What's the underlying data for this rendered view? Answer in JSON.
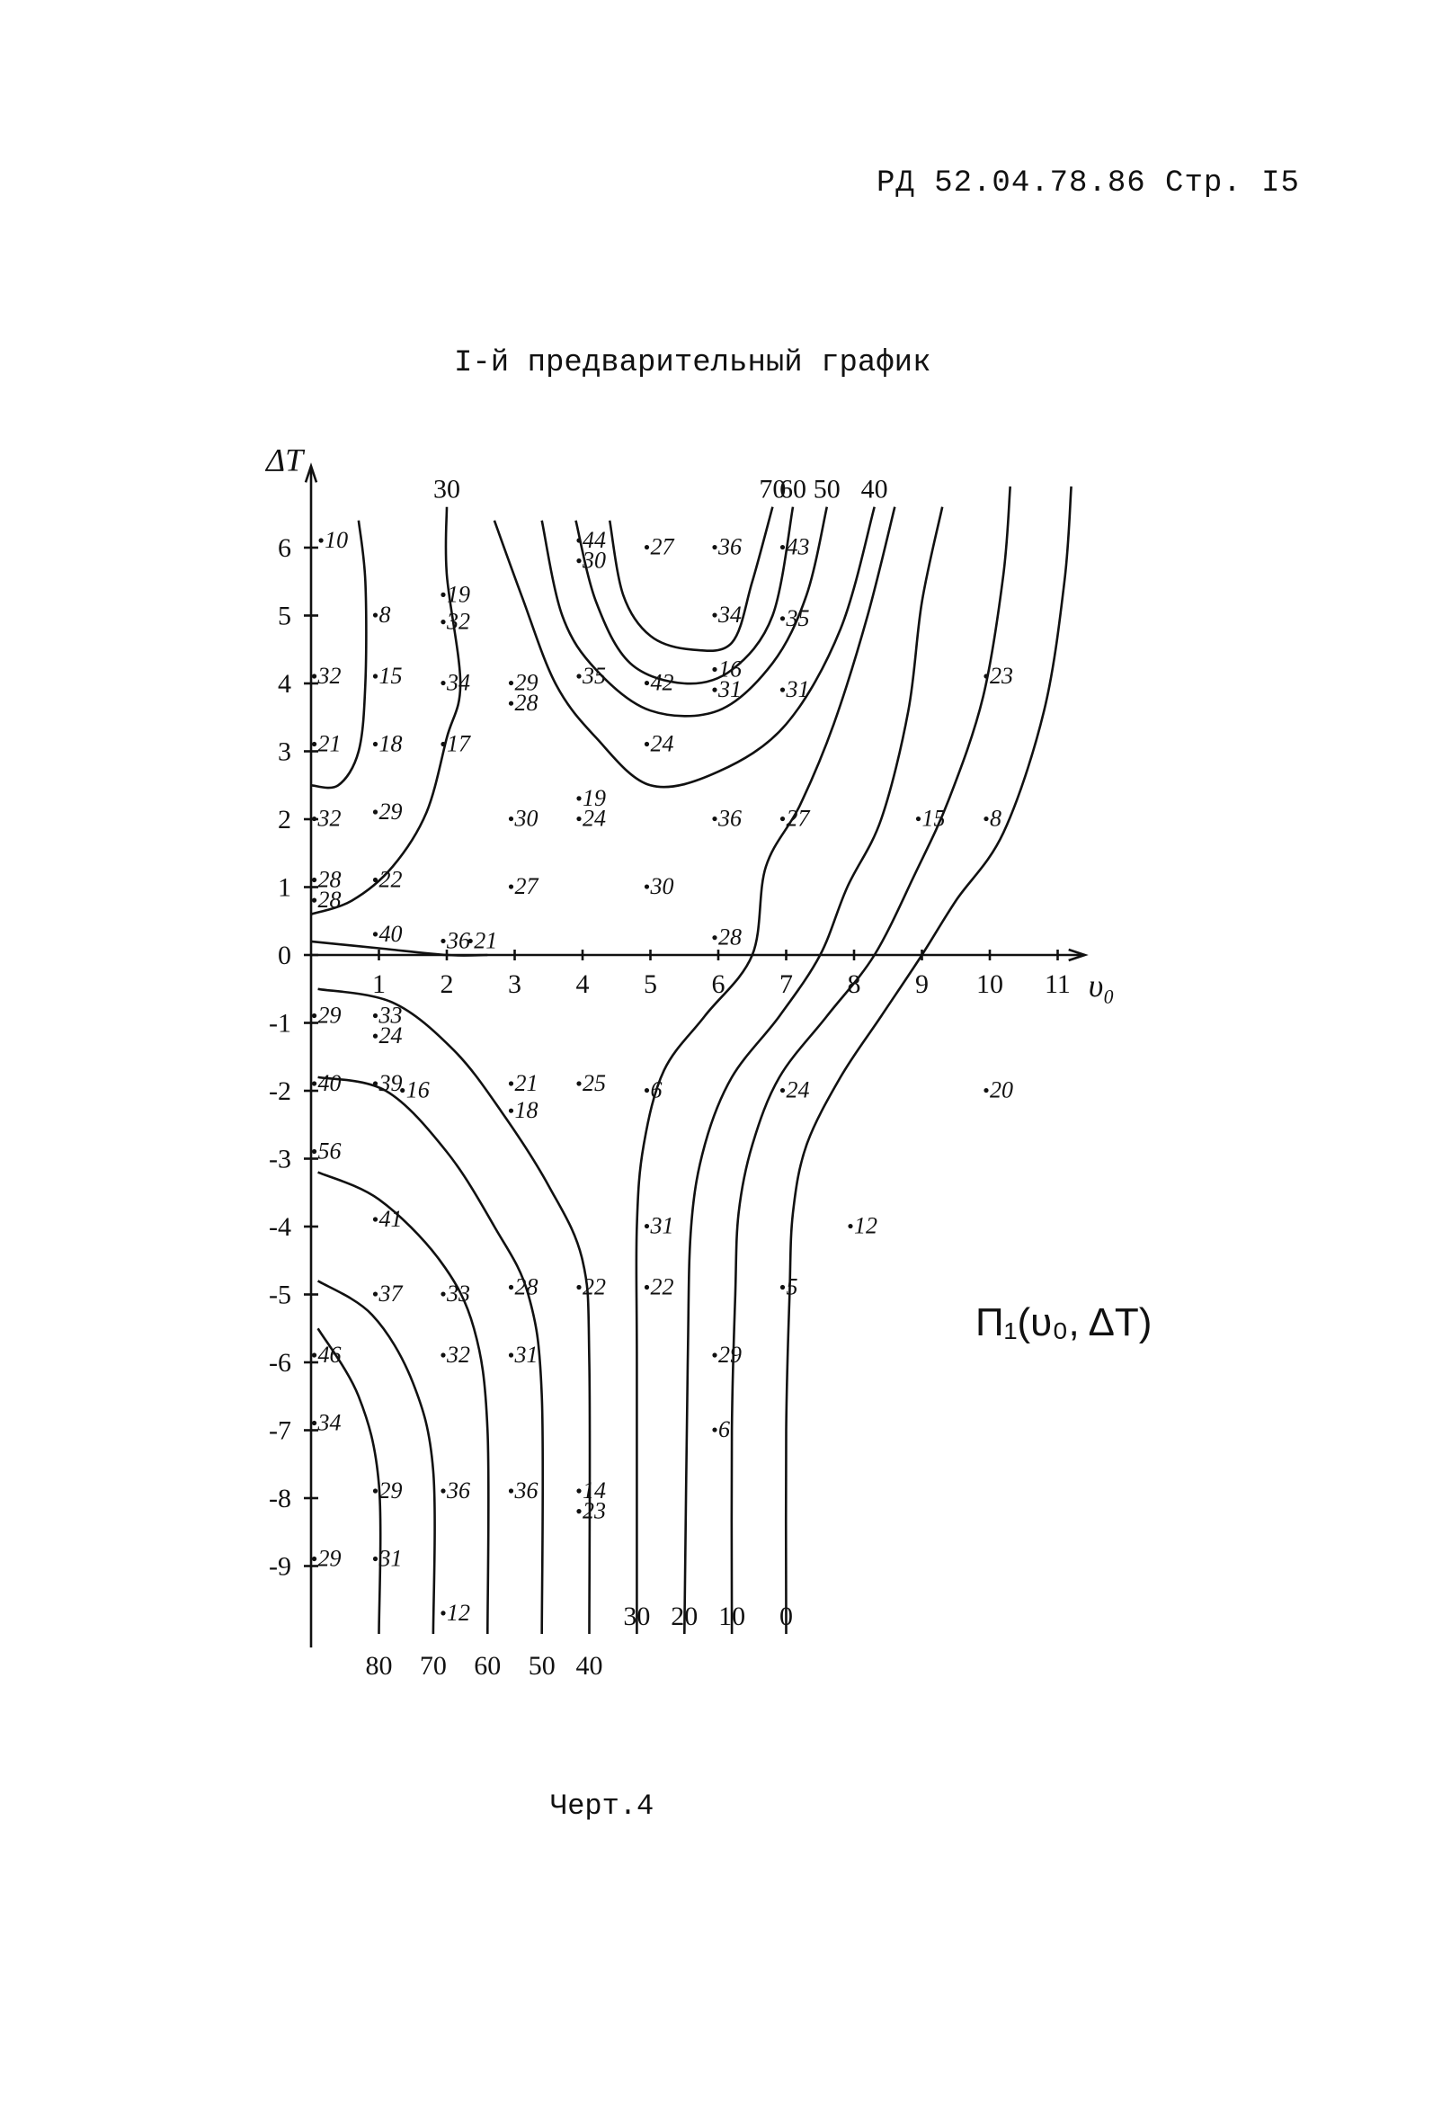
{
  "header": {
    "doc_ref": "РД 52.04.78.86 Стр. I5"
  },
  "caption": "Черт.4",
  "chart_data": {
    "type": "contour",
    "title": "I-й предварительный график",
    "xlabel": "υ₀",
    "ylabel": "ΔT",
    "function_label": "П₁(υ₀, ΔT)",
    "xlim": [
      0,
      12
    ],
    "ylim": [
      -10,
      7
    ],
    "xticks": [
      1,
      2,
      3,
      4,
      5,
      6,
      7,
      8,
      9,
      10,
      11
    ],
    "yticks": [
      6,
      5,
      4,
      3,
      2,
      1,
      0,
      -1,
      -2,
      -3,
      -4,
      -5,
      -6,
      -7,
      -8,
      -9
    ],
    "points": [
      {
        "x": 0.2,
        "y": 6.0,
        "v": "10"
      },
      {
        "x": 2.0,
        "y": 5.2,
        "v": "19"
      },
      {
        "x": 2.0,
        "y": 4.8,
        "v": "32"
      },
      {
        "x": 4.0,
        "y": 6.0,
        "v": "44"
      },
      {
        "x": 4.0,
        "y": 5.7,
        "v": "30"
      },
      {
        "x": 5.0,
        "y": 5.9,
        "v": "27"
      },
      {
        "x": 6.0,
        "y": 5.9,
        "v": "36"
      },
      {
        "x": 7.0,
        "y": 5.9,
        "v": "43"
      },
      {
        "x": 1.0,
        "y": 4.9,
        "v": "8"
      },
      {
        "x": 6.0,
        "y": 4.9,
        "v": "34"
      },
      {
        "x": 7.0,
        "y": 4.85,
        "v": "35"
      },
      {
        "x": 0.1,
        "y": 4.0,
        "v": "32"
      },
      {
        "x": 1.0,
        "y": 4.0,
        "v": "15"
      },
      {
        "x": 2.0,
        "y": 3.9,
        "v": "34"
      },
      {
        "x": 3.0,
        "y": 3.9,
        "v": "29"
      },
      {
        "x": 3.0,
        "y": 3.6,
        "v": "28"
      },
      {
        "x": 4.0,
        "y": 4.0,
        "v": "35"
      },
      {
        "x": 5.0,
        "y": 3.9,
        "v": "42"
      },
      {
        "x": 6.0,
        "y": 4.1,
        "v": "16"
      },
      {
        "x": 6.0,
        "y": 3.8,
        "v": "31"
      },
      {
        "x": 7.0,
        "y": 3.8,
        "v": "31"
      },
      {
        "x": 10.0,
        "y": 4.0,
        "v": "23"
      },
      {
        "x": 0.1,
        "y": 3.0,
        "v": "21"
      },
      {
        "x": 1.0,
        "y": 3.0,
        "v": "18"
      },
      {
        "x": 2.0,
        "y": 3.0,
        "v": "17"
      },
      {
        "x": 5.0,
        "y": 3.0,
        "v": "24"
      },
      {
        "x": 4.0,
        "y": 2.2,
        "v": "19"
      },
      {
        "x": 0.1,
        "y": 1.9,
        "v": "32"
      },
      {
        "x": 1.0,
        "y": 2.0,
        "v": "29"
      },
      {
        "x": 3.0,
        "y": 1.9,
        "v": "30"
      },
      {
        "x": 4.0,
        "y": 1.9,
        "v": "24"
      },
      {
        "x": 6.0,
        "y": 1.9,
        "v": "36"
      },
      {
        "x": 7.0,
        "y": 1.9,
        "v": "27"
      },
      {
        "x": 9.0,
        "y": 1.9,
        "v": "15"
      },
      {
        "x": 10.0,
        "y": 1.9,
        "v": "8"
      },
      {
        "x": 0.1,
        "y": 1.0,
        "v": "28"
      },
      {
        "x": 0.1,
        "y": 0.7,
        "v": "28"
      },
      {
        "x": 1.0,
        "y": 1.0,
        "v": "22"
      },
      {
        "x": 3.0,
        "y": 0.9,
        "v": "27"
      },
      {
        "x": 5.0,
        "y": 0.9,
        "v": "30"
      },
      {
        "x": 1.0,
        "y": 0.2,
        "v": "40"
      },
      {
        "x": 2.0,
        "y": 0.1,
        "v": "36"
      },
      {
        "x": 2.4,
        "y": 0.1,
        "v": "21"
      },
      {
        "x": 6.0,
        "y": 0.15,
        "v": "28"
      },
      {
        "x": 0.1,
        "y": -1.0,
        "v": "29"
      },
      {
        "x": 1.0,
        "y": -1.0,
        "v": "33"
      },
      {
        "x": 1.0,
        "y": -1.3,
        "v": "24"
      },
      {
        "x": 0.1,
        "y": -2.0,
        "v": "40"
      },
      {
        "x": 1.0,
        "y": -2.0,
        "v": "39"
      },
      {
        "x": 1.4,
        "y": -2.1,
        "v": "16"
      },
      {
        "x": 3.0,
        "y": -2.0,
        "v": "21"
      },
      {
        "x": 3.0,
        "y": -2.4,
        "v": "18"
      },
      {
        "x": 4.0,
        "y": -2.0,
        "v": "25"
      },
      {
        "x": 5.0,
        "y": -2.1,
        "v": "6"
      },
      {
        "x": 7.0,
        "y": -2.1,
        "v": "24"
      },
      {
        "x": 10.0,
        "y": -2.1,
        "v": "20"
      },
      {
        "x": 0.1,
        "y": -3.0,
        "v": "56"
      },
      {
        "x": 1.0,
        "y": -4.0,
        "v": "41"
      },
      {
        "x": 5.0,
        "y": -4.1,
        "v": "31"
      },
      {
        "x": 8.0,
        "y": -4.1,
        "v": "12"
      },
      {
        "x": 1.0,
        "y": -5.1,
        "v": "37"
      },
      {
        "x": 2.0,
        "y": -5.1,
        "v": "33"
      },
      {
        "x": 3.0,
        "y": -5.0,
        "v": "28"
      },
      {
        "x": 4.0,
        "y": -5.0,
        "v": "22"
      },
      {
        "x": 5.0,
        "y": -5.0,
        "v": "22"
      },
      {
        "x": 7.0,
        "y": -5.0,
        "v": "5"
      },
      {
        "x": 0.1,
        "y": -6.0,
        "v": "46"
      },
      {
        "x": 2.0,
        "y": -6.0,
        "v": "32"
      },
      {
        "x": 3.0,
        "y": -6.0,
        "v": "31"
      },
      {
        "x": 6.0,
        "y": -6.0,
        "v": "29"
      },
      {
        "x": 0.1,
        "y": -7.0,
        "v": "34"
      },
      {
        "x": 6.0,
        "y": -7.1,
        "v": "6"
      },
      {
        "x": 1.0,
        "y": -8.0,
        "v": "29"
      },
      {
        "x": 2.0,
        "y": -8.0,
        "v": "36"
      },
      {
        "x": 3.0,
        "y": -8.0,
        "v": "36"
      },
      {
        "x": 4.0,
        "y": -8.0,
        "v": "14"
      },
      {
        "x": 4.0,
        "y": -8.3,
        "v": "23"
      },
      {
        "x": 0.1,
        "y": -9.0,
        "v": "29"
      },
      {
        "x": 1.0,
        "y": -9.0,
        "v": "31"
      },
      {
        "x": 2.0,
        "y": -9.8,
        "v": "12"
      }
    ],
    "contours": [
      {
        "level": "0",
        "label_pos": "top",
        "points": [
          [
            11.2,
            6.9
          ],
          [
            11.1,
            5.5
          ],
          [
            10.8,
            3.6
          ],
          [
            10.2,
            1.8
          ],
          [
            9.5,
            0.8
          ],
          [
            9.0,
            0.0
          ],
          [
            8.4,
            -0.9
          ],
          [
            7.8,
            -1.8
          ],
          [
            7.3,
            -2.8
          ],
          [
            7.1,
            -3.8
          ],
          [
            7.05,
            -5.0
          ],
          [
            7.0,
            -7.0
          ],
          [
            7.0,
            -10.0
          ]
        ]
      },
      {
        "level": "10",
        "label_pos": "top",
        "points": [
          [
            10.3,
            6.9
          ],
          [
            10.2,
            5.6
          ],
          [
            9.9,
            3.8
          ],
          [
            9.4,
            2.3
          ],
          [
            8.9,
            1.2
          ],
          [
            8.3,
            0.0
          ],
          [
            7.6,
            -0.9
          ],
          [
            6.9,
            -1.8
          ],
          [
            6.5,
            -2.8
          ],
          [
            6.3,
            -3.8
          ],
          [
            6.25,
            -5.0
          ],
          [
            6.2,
            -7.0
          ],
          [
            6.2,
            -10.0
          ]
        ]
      },
      {
        "level": "20",
        "label_pos": "top",
        "points": [
          [
            9.3,
            6.6
          ],
          [
            9.0,
            5.2
          ],
          [
            8.8,
            3.6
          ],
          [
            8.4,
            2.0
          ],
          [
            7.9,
            1.0
          ],
          [
            7.5,
            0.0
          ],
          [
            6.9,
            -0.9
          ],
          [
            6.2,
            -1.8
          ],
          [
            5.8,
            -2.8
          ],
          [
            5.6,
            -4.0
          ],
          [
            5.55,
            -6.0
          ],
          [
            5.5,
            -10.0
          ]
        ]
      },
      {
        "level": "30",
        "label_pos": "top",
        "points": [
          [
            8.6,
            6.6
          ],
          [
            8.2,
            5.0
          ],
          [
            7.7,
            3.4
          ],
          [
            7.2,
            2.2
          ],
          [
            6.7,
            1.3
          ],
          [
            6.5,
            0.0
          ],
          [
            5.8,
            -0.9
          ],
          [
            5.2,
            -1.7
          ],
          [
            4.9,
            -2.8
          ],
          [
            4.8,
            -4.0
          ],
          [
            4.8,
            -6.0
          ],
          [
            4.8,
            -10.0
          ]
        ]
      },
      {
        "level": "40",
        "label_pos": "top",
        "points": [
          [
            2.7,
            6.4
          ],
          [
            3.1,
            5.3
          ],
          [
            3.6,
            4.0
          ],
          [
            4.2,
            3.2
          ],
          [
            5.0,
            2.5
          ],
          [
            6.0,
            2.7
          ],
          [
            7.0,
            3.4
          ],
          [
            7.8,
            4.8
          ],
          [
            8.3,
            6.6
          ]
        ]
      },
      {
        "level": "50",
        "label_pos": "top",
        "points": [
          [
            3.4,
            6.4
          ],
          [
            3.7,
            5.0
          ],
          [
            4.2,
            4.2
          ],
          [
            5.0,
            3.6
          ],
          [
            6.0,
            3.6
          ],
          [
            6.8,
            4.3
          ],
          [
            7.3,
            5.3
          ],
          [
            7.6,
            6.6
          ]
        ]
      },
      {
        "level": "60",
        "label_pos": "top",
        "points": [
          [
            3.9,
            6.4
          ],
          [
            4.2,
            5.2
          ],
          [
            4.7,
            4.3
          ],
          [
            5.5,
            4.0
          ],
          [
            6.2,
            4.2
          ],
          [
            6.8,
            5.0
          ],
          [
            7.1,
            6.6
          ]
        ]
      },
      {
        "level": "70",
        "label_pos": "top",
        "points": [
          [
            4.4,
            6.4
          ],
          [
            4.6,
            5.3
          ],
          [
            5.0,
            4.7
          ],
          [
            5.6,
            4.5
          ],
          [
            6.2,
            4.6
          ],
          [
            6.5,
            5.5
          ],
          [
            6.8,
            6.6
          ]
        ]
      },
      {
        "level": "30",
        "label_pos": "top",
        "points": [
          [
            0.0,
            0.6
          ],
          [
            0.6,
            0.8
          ],
          [
            1.2,
            1.3
          ],
          [
            1.7,
            2.1
          ],
          [
            2.0,
            3.2
          ],
          [
            2.2,
            4.0
          ],
          [
            2.0,
            5.6
          ],
          [
            2.0,
            6.6
          ]
        ]
      },
      {
        "level": "",
        "label_pos": "none",
        "points": [
          [
            0.7,
            6.4
          ],
          [
            0.8,
            5.5
          ],
          [
            0.8,
            4.0
          ],
          [
            0.7,
            3.0
          ],
          [
            0.4,
            2.5
          ],
          [
            0.0,
            2.5
          ]
        ]
      },
      {
        "level": "",
        "label_pos": "none",
        "points": [
          [
            0.0,
            0.2
          ],
          [
            1.0,
            0.1
          ],
          [
            2.0,
            0.0
          ],
          [
            2.6,
            0.0
          ]
        ]
      },
      {
        "level": "40",
        "label_pos": "bottom",
        "points": [
          [
            0.1,
            -0.5
          ],
          [
            1.2,
            -0.7
          ],
          [
            2.1,
            -1.4
          ],
          [
            2.8,
            -2.3
          ],
          [
            3.5,
            -3.4
          ],
          [
            4.0,
            -4.5
          ],
          [
            4.1,
            -6.0
          ],
          [
            4.1,
            -10.0
          ]
        ]
      },
      {
        "level": "50",
        "label_pos": "bottom",
        "points": [
          [
            0.1,
            -1.8
          ],
          [
            1.1,
            -2.0
          ],
          [
            2.0,
            -2.9
          ],
          [
            2.7,
            -4.0
          ],
          [
            3.2,
            -5.0
          ],
          [
            3.4,
            -6.5
          ],
          [
            3.4,
            -10.0
          ]
        ]
      },
      {
        "level": "60",
        "label_pos": "bottom",
        "points": [
          [
            0.1,
            -3.2
          ],
          [
            1.0,
            -3.6
          ],
          [
            1.9,
            -4.5
          ],
          [
            2.4,
            -5.5
          ],
          [
            2.6,
            -7.0
          ],
          [
            2.6,
            -10.0
          ]
        ]
      },
      {
        "level": "70",
        "label_pos": "bottom",
        "points": [
          [
            0.1,
            -4.8
          ],
          [
            0.9,
            -5.3
          ],
          [
            1.5,
            -6.3
          ],
          [
            1.8,
            -7.6
          ],
          [
            1.8,
            -10.0
          ]
        ]
      },
      {
        "level": "80",
        "label_pos": "bottom",
        "points": [
          [
            0.1,
            -5.5
          ],
          [
            0.7,
            -6.5
          ],
          [
            1.0,
            -7.8
          ],
          [
            1.0,
            -10.0
          ]
        ]
      }
    ]
  }
}
